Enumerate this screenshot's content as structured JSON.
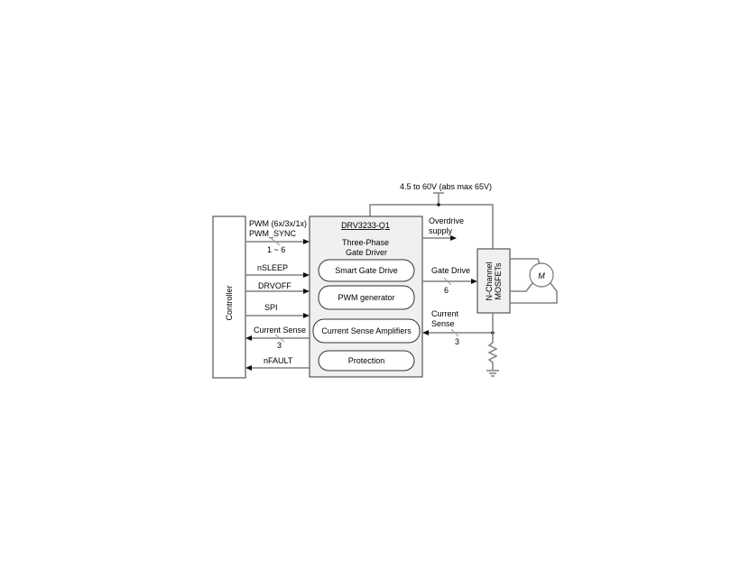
{
  "supply": {
    "label": "4.5 to 60V (abs max 65V)"
  },
  "controller": {
    "label": "Controller"
  },
  "driver": {
    "name": "DRV3233-Q1",
    "subtitle_1": "Three-Phase",
    "subtitle_2": "Gate Driver",
    "blocks": [
      "Smart Gate Drive",
      "PWM generator",
      "Current Sense Amplifiers",
      "Protection"
    ]
  },
  "signals_left": {
    "pwm_1": "PWM (6x/3x/1x)",
    "pwm_2": "PWM_SYNC",
    "pwm_count": "1 ~ 6",
    "nsleep": "nSLEEP",
    "drvoff": "DRVOFF",
    "spi": "SPI",
    "current_sense": "Current Sense",
    "current_sense_count": "3",
    "nfault": "nFAULT"
  },
  "signals_right": {
    "overdrive_1": "Overdrive",
    "overdrive_2": "supply",
    "gate_drive": "Gate Drive",
    "gate_drive_count": "6",
    "current_sense_1": "Current",
    "current_sense_2": "Sense",
    "current_sense_count": "3"
  },
  "mosfets": {
    "label_1": "N-Channel",
    "label_2": "MOSFETs"
  },
  "motor": {
    "label": "M"
  }
}
